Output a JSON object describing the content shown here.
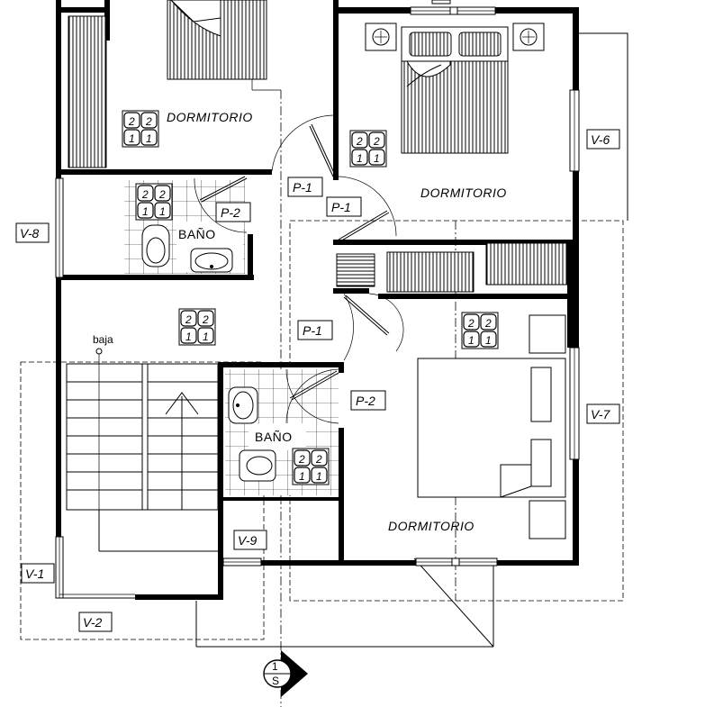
{
  "rooms": {
    "dorm_top_left": "DORMITORIO",
    "dorm_top_right": "DORMITORIO",
    "dorm_bottom_right": "DORMITORIO",
    "bath_upper": "BAÑO",
    "bath_lower": "BAÑO"
  },
  "stair_label": "baja",
  "tags": {
    "v1": "V-1",
    "v2": "V-2",
    "v6": "V-6",
    "v7": "V-7",
    "v8": "V-8",
    "v9": "V-9",
    "p1_a": "P-1",
    "p1_b": "P-1",
    "p1_c": "P-1",
    "p2_a": "P-2",
    "p2_b": "P-2"
  },
  "finish_codes": {
    "top": [
      "2",
      "2"
    ],
    "bottom": [
      "1",
      "1"
    ]
  },
  "section_mark": {
    "number": "1",
    "letter": "S"
  }
}
